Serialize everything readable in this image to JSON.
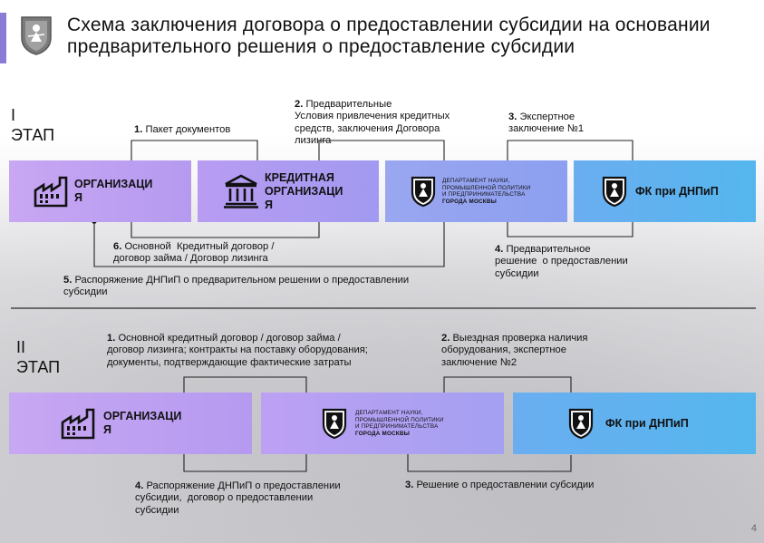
{
  "slide": {
    "title": "Схема заключения договора о предоставлении субсидии на основании  предварительного решения о предоставление субсидии",
    "page_number": "4",
    "stage1_label": "I\nЭТАП",
    "stage2_label": "II\nЭТАП"
  },
  "department": {
    "line1": "ДЕПАРТАМЕНТ НАУКИ,",
    "line2": "ПРОМЫШЛЕННОЙ ПОЛИТИКИ",
    "line3": "И ПРЕДПРИНИМАТЕЛЬСТВА",
    "line4": "ГОРОДА МОСКВЫ"
  },
  "stage1": {
    "boxes": {
      "organization": "ОРГАНИЗАЦИ\nЯ",
      "credit_org": "КРЕДИТНАЯ\nОРГАНИЗАЦИ\nЯ",
      "fk": "ФК при ДНПиП"
    },
    "steps": [
      {
        "num": "1.",
        "text": " Пакет документов"
      },
      {
        "num": "2.",
        "text": " Предварительные\nУсловия привлечения кредитных\nсредств, заключения Договора\nлизинга"
      },
      {
        "num": "3.",
        "text": " Экспертное\nзаключение №1"
      },
      {
        "num": "4.",
        "text": " Предварительное\nрешение  о предоставлении\nсубсидии"
      },
      {
        "num": "5.",
        "text": " Распоряжение ДНПиП о предварительном решении о предоставлении\nсубсидии"
      },
      {
        "num": "6.",
        "text": " Основной  Кредитный договор /\nдоговор займа / Договор лизинга"
      }
    ]
  },
  "stage2": {
    "boxes": {
      "organization": "ОРГАНИЗАЦИ\nЯ",
      "fk": "ФК при ДНПиП"
    },
    "steps": [
      {
        "num": "1.",
        "text": " Основной кредитный договор / договор займа /\nдоговор лизинга; контракты на поставку оборудования;\nдокументы, подтверждающие фактические затраты"
      },
      {
        "num": "2.",
        "text": " Выездная проверка наличия\nоборудования, экспертное\nзаключение №2"
      },
      {
        "num": "3.",
        "text": " Решение о предоставлении субсидии"
      },
      {
        "num": "4.",
        "text": " Распоряжение ДНПиП о предоставлении\nсубсидии,  договор о предоставлении\nсубсидии"
      }
    ]
  },
  "colors": {
    "accent": "#8a7bd6",
    "box_purple": "#c8a7f3",
    "box_blue": "#8c9ff0",
    "box_cyan": "#55b6ee"
  }
}
